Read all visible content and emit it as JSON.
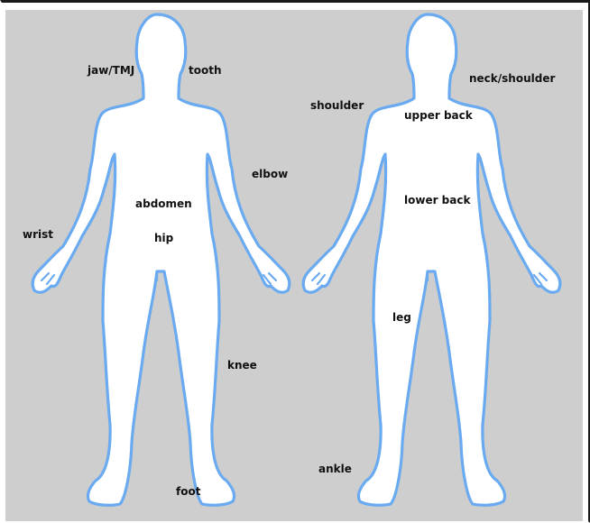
{
  "diagram": {
    "front_view": {
      "labels": {
        "jaw": "jaw/TMJ",
        "tooth": "tooth",
        "elbow": "elbow",
        "abdomen": "abdomen",
        "wrist": "wrist",
        "hip": "hip",
        "knee": "knee",
        "foot": "foot"
      }
    },
    "back_view": {
      "labels": {
        "neck_shoulder": "neck/shoulder",
        "shoulder": "shoulder",
        "upper_back": "upper back",
        "lower_back": "lower back",
        "leg": "leg",
        "ankle": "ankle"
      }
    }
  },
  "colors": {
    "background": "#cecece",
    "body_fill": "#ffffff",
    "body_outline": "#6aaaf0",
    "label_text": "#111111"
  }
}
